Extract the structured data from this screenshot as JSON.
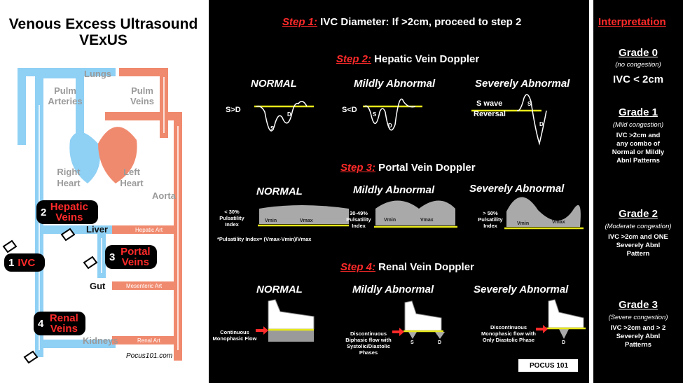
{
  "left": {
    "title_line1": "Venous Excess Ultrasound",
    "title_line2": "VExUS",
    "lungs": "Lungs",
    "pulm_arteries": "Pulm Arteries",
    "pulm_veins": "Pulm Veins",
    "right_heart": "Right Heart",
    "left_heart": "Left Heart",
    "aorta": "Aorta",
    "liver": "Liver",
    "gut": "Gut",
    "kidneys": "Kidneys",
    "hepatic_art": "Hepatic Art",
    "mesenteric_art": "Mesenteric Art",
    "renal_art": "Renal Art",
    "credit": "Pocus101.com",
    "badges": {
      "ivc": {
        "num": "1",
        "label": "IVC"
      },
      "hepatic": {
        "num": "2",
        "label": "Hepatic Veins"
      },
      "portal": {
        "num": "3",
        "label": "Portal Veins"
      },
      "renal": {
        "num": "4",
        "label": "Renal Veins"
      }
    },
    "colors": {
      "venous": "#8fd0f5",
      "arterial": "#f08a6e"
    }
  },
  "middle": {
    "step1": {
      "step": "Step 1:",
      "text": " IVC Diameter: If >2cm, proceed to step 2"
    },
    "step2": {
      "step": "Step 2:",
      "text": " Hepatic Vein Doppler"
    },
    "step3": {
      "step": "Step 3:",
      "text": " Portal Vein Doppler"
    },
    "step4": {
      "step": "Step 4:",
      "text": " Renal Vein Doppler"
    },
    "heading_normal": "NORMAL",
    "heading_mild": "Mildly Abnormal",
    "heading_severe": "Severely Abnormal",
    "hepatic": {
      "normal_label": "S>D",
      "mild_label": "S<D",
      "severe_label_1": "S wave",
      "severe_label_2": "Reversal",
      "s": "S",
      "d": "D"
    },
    "portal": {
      "normal_label": "< 30% Pulsatility Index",
      "mild_label": "30-49% Pulsatility Index",
      "severe_label": "> 50% Pulsatility Index",
      "vmin": "Vmin",
      "vmax": "Vmax",
      "formula": "*Pulsatility Index= (Vmax-Vmin)/Vmax"
    },
    "renal": {
      "normal_label": "Continuous Monophasic Flow",
      "mild_label": "Discontinuous Biphasic flow with Systolic/Diastolic Phases",
      "severe_label": "Discontinuous Monophasic flow with Only Diastolic Phase",
      "s": "S",
      "d": "D"
    },
    "logo": "POCUS 101"
  },
  "right": {
    "interpretation": "Interpretation",
    "grades": [
      {
        "title": "Grade 0",
        "sub": "(no congestion)",
        "text": "IVC < 2cm"
      },
      {
        "title": "Grade 1",
        "sub": "(Mild congestion)",
        "text": "IVC >2cm and any combo of Normal or Mildly Abnl Patterns"
      },
      {
        "title": "Grade 2",
        "sub": "(Moderate congestion)",
        "text": "IVC >2cm and ONE Severely Abnl Pattern"
      },
      {
        "title": "Grade 3",
        "sub": "(Severe congestion)",
        "text": "IVC >2cm and > 2 Severely Abnl Patterns"
      }
    ]
  }
}
